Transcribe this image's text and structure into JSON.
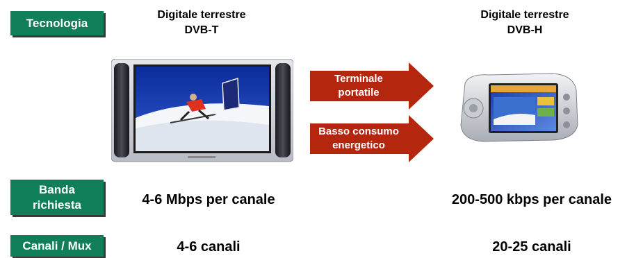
{
  "labels": {
    "tecnologia": "Tecnologia",
    "banda_line1": "Banda",
    "banda_line2": "richiesta",
    "canali": "Canali / Mux"
  },
  "columns": {
    "dvbt": {
      "title_line1": "Digitale terrestre",
      "title_line2": "DVB-T",
      "banda": "4-6 Mbps per canale",
      "canali": "4-6 canali"
    },
    "dvbh": {
      "title_line1": "Digitale terrestre",
      "title_line2": "DVB-H",
      "banda": "200-500 kbps per canale",
      "canali": "20-25 canali"
    }
  },
  "arrows": [
    {
      "line1": "Terminale",
      "line2": "portatile"
    },
    {
      "line1": "Basso consumo",
      "line2": "energetico"
    }
  ],
  "colors": {
    "label_green": "#107e58",
    "arrow_red": "#b4260e"
  }
}
